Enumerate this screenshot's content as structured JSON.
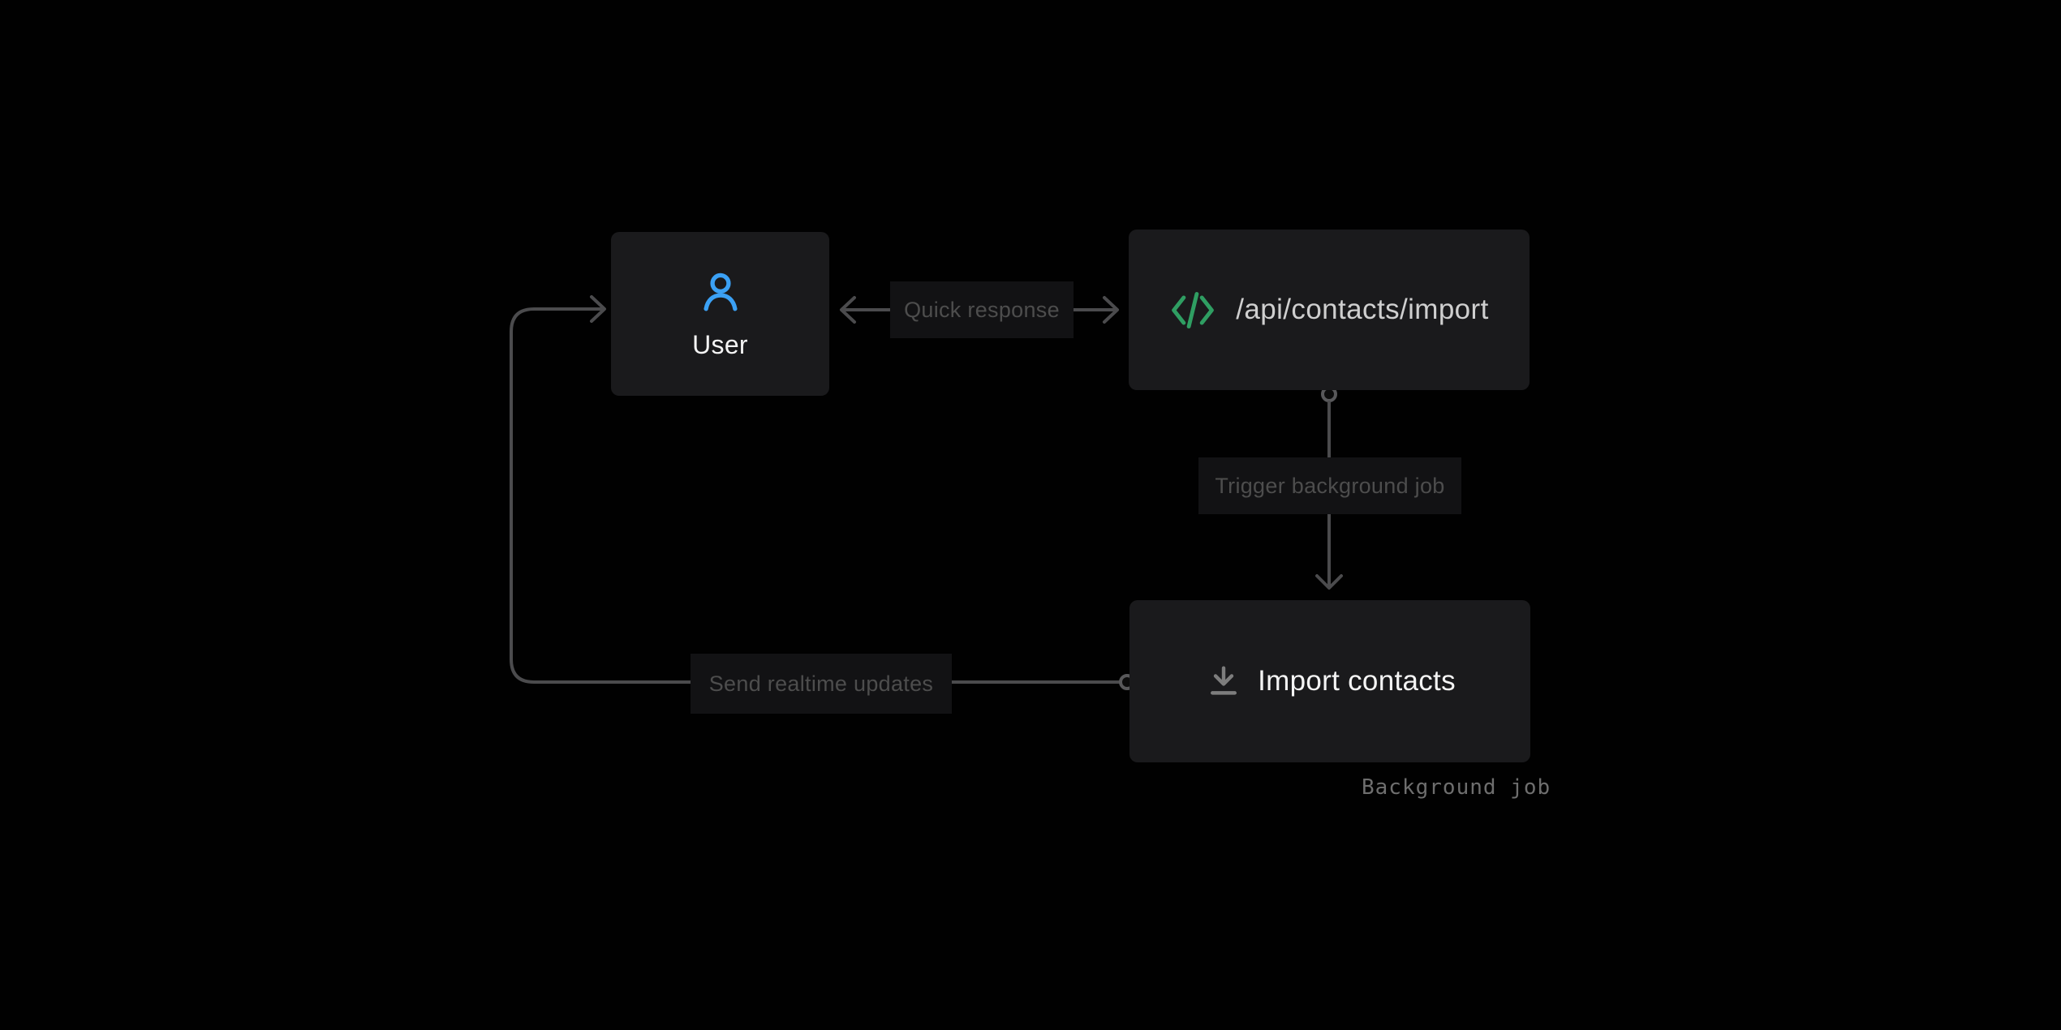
{
  "diagram": {
    "background_color": "#010101",
    "node_bg_color": "#1a1a1c",
    "edge_label_bg_color": "#121214",
    "line_color": "#4b4b4d",
    "nodes": {
      "user": {
        "label": "User",
        "icon": "user-icon",
        "icon_color": "#3ba1f5"
      },
      "api": {
        "label": "/api/contacts/import",
        "icon": "code-icon",
        "icon_color": "#2f9e62"
      },
      "import_job": {
        "label": "Import contacts",
        "icon": "download-icon",
        "icon_color": "#7d7d7d",
        "caption": "Background job"
      }
    },
    "edges": {
      "quick_response": {
        "label": "Quick response",
        "from": "api",
        "to": "user"
      },
      "trigger": {
        "label": "Trigger background job",
        "from": "api",
        "to": "import_job"
      },
      "realtime": {
        "label": "Send realtime updates",
        "from": "import_job",
        "to": "user"
      }
    }
  }
}
